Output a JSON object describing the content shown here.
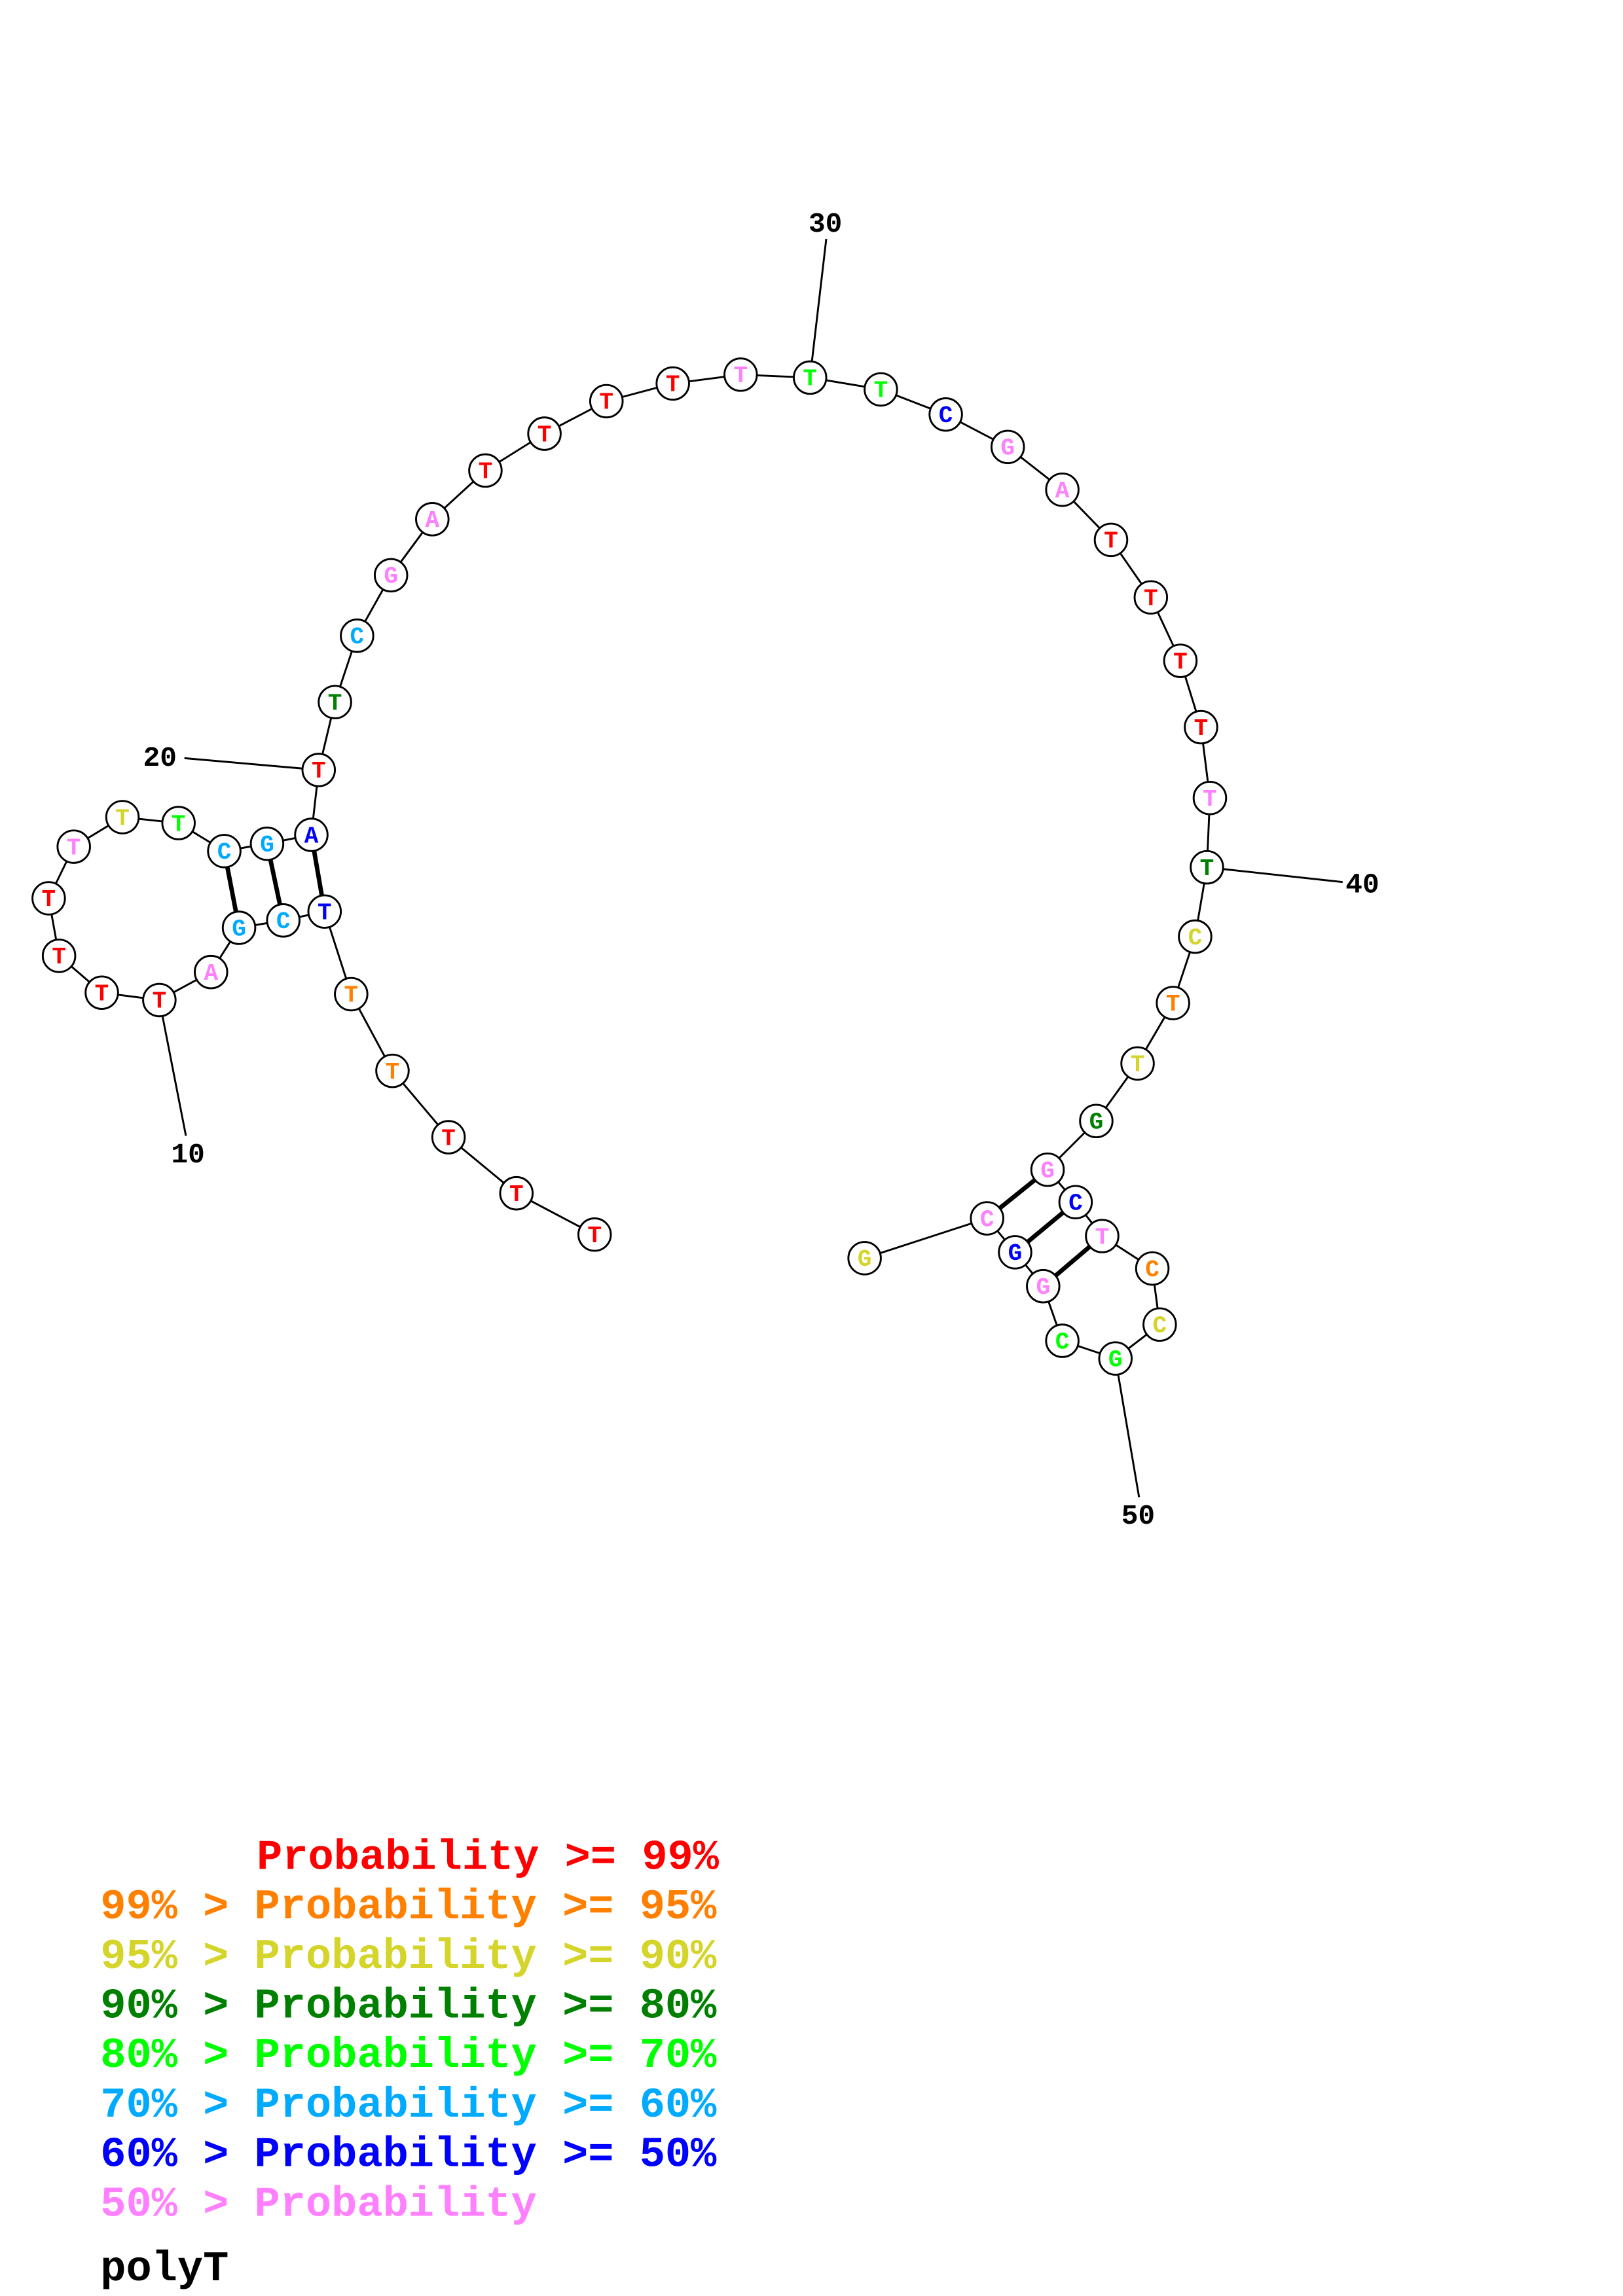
{
  "title": "polyT",
  "sequence": "TTTTTTCGATTTTTTTCGATTCGATTTTTTTCGATTTTTTCTTGGCTCCGCGGCG",
  "probability_class": [
    0,
    0,
    0,
    1,
    1,
    6,
    5,
    5,
    7,
    0,
    0,
    0,
    0,
    7,
    2,
    4,
    5,
    5,
    6,
    0,
    3,
    5,
    7,
    7,
    0,
    0,
    0,
    0,
    7,
    4,
    4,
    6,
    7,
    7,
    0,
    0,
    0,
    0,
    7,
    3,
    2,
    1,
    2,
    3,
    7,
    6,
    7,
    1,
    2,
    4,
    4,
    7,
    6,
    7,
    2
  ],
  "base_pairs": [
    [
      6,
      19
    ],
    [
      7,
      18
    ],
    [
      8,
      17
    ],
    [
      45,
      54
    ],
    [
      46,
      53
    ],
    [
      47,
      52
    ]
  ],
  "position_labels": [
    {
      "position": 10,
      "text": "10"
    },
    {
      "position": 20,
      "text": "20"
    },
    {
      "position": 30,
      "text": "30"
    },
    {
      "position": 40,
      "text": "40"
    },
    {
      "position": 50,
      "text": "50"
    }
  ],
  "legend": [
    {
      "text": "Probability >= 99%",
      "color": "#ff0000"
    },
    {
      "text": "99% > Probability >= 95%",
      "color": "#ff8000"
    },
    {
      "text": "95% > Probability >= 90%",
      "color": "#d4d42a"
    },
    {
      "text": "90% > Probability >= 80%",
      "color": "#008000"
    },
    {
      "text": "80% > Probability >= 70%",
      "color": "#00ff00"
    },
    {
      "text": "70% > Probability >= 60%",
      "color": "#00aaff"
    },
    {
      "text": "60% > Probability >= 50%",
      "color": "#0000ff"
    },
    {
      "text": "50% > Probability",
      "color": "#ff80ff"
    }
  ]
}
